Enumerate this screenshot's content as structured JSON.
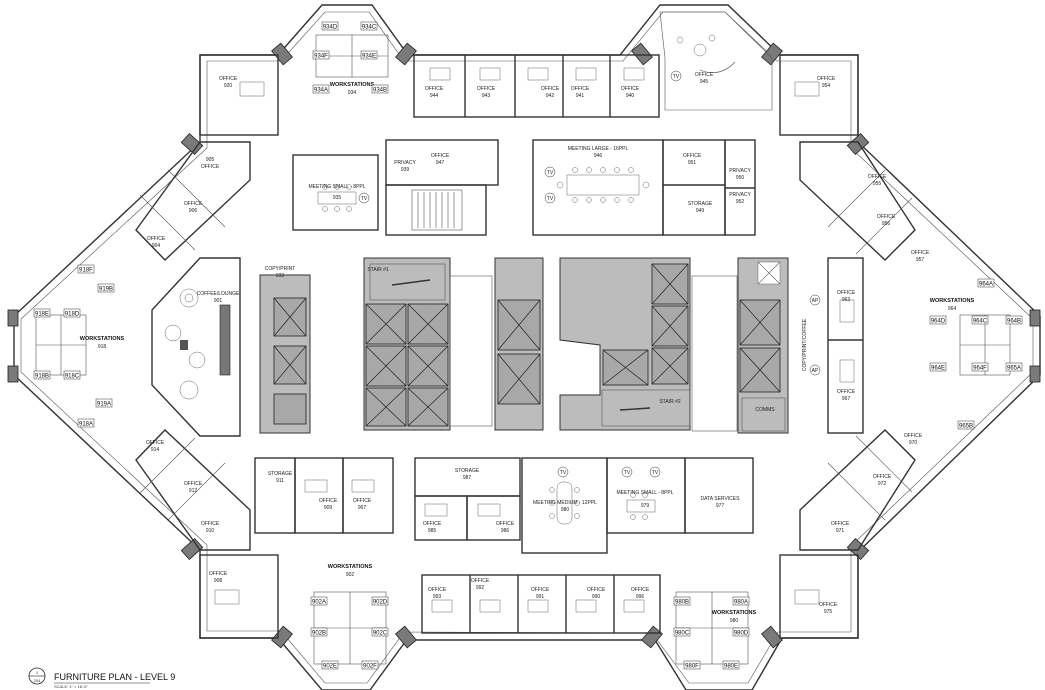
{
  "drawing": {
    "title": "FURNITURE PLAN - LEVEL 9",
    "scale": "SCALE: 1\" = 16'-0\"",
    "marker_number": "1",
    "marker_sheet": "204"
  },
  "rooms": {
    "office_920": {
      "name": "OFFICE",
      "number": "920"
    },
    "office_954": {
      "name": "OFFICE",
      "number": "954"
    },
    "office_905": {
      "name": "OFFICE",
      "number": "905"
    },
    "office_906": {
      "name": "OFFICE",
      "number": "906"
    },
    "office_904": {
      "name": "OFFICE",
      "number": "904"
    },
    "office_944": {
      "name": "OFFICE",
      "number": "944"
    },
    "office_943": {
      "name": "OFFICE",
      "number": "943"
    },
    "office_942": {
      "name": "OFFICE",
      "number": "942"
    },
    "office_941": {
      "name": "OFFICE",
      "number": "941"
    },
    "office_940": {
      "name": "OFFICE",
      "number": "940"
    },
    "office_945": {
      "name": "OFFICE",
      "number": "945"
    },
    "office_947": {
      "name": "OFFICE",
      "number": "947"
    },
    "office_951": {
      "name": "OFFICE",
      "number": "951"
    },
    "office_955": {
      "name": "OFFICE",
      "number": "955"
    },
    "office_956": {
      "name": "OFFICE",
      "number": "956"
    },
    "office_957": {
      "name": "OFFICE",
      "number": "957"
    },
    "office_963": {
      "name": "OFFICE",
      "number": "963"
    },
    "office_967": {
      "name": "OFFICE",
      "number": "967"
    },
    "office_970": {
      "name": "OFFICE",
      "number": "970"
    },
    "office_972": {
      "name": "OFFICE",
      "number": "972"
    },
    "office_971": {
      "name": "OFFICE",
      "number": "971"
    },
    "office_975": {
      "name": "OFFICE",
      "number": "975"
    },
    "office_914": {
      "name": "OFFICE",
      "number": "914"
    },
    "office_912": {
      "name": "OFFICE",
      "number": "912"
    },
    "office_910": {
      "name": "OFFICE",
      "number": "910"
    },
    "office_909": {
      "name": "OFFICE",
      "number": "909"
    },
    "office_908": {
      "name": "OFFICE",
      "number": "908"
    },
    "office_907": {
      "name": "OFFICE",
      "number": "907"
    },
    "office_985": {
      "name": "OFFICE",
      "number": "985"
    },
    "office_986": {
      "name": "OFFICE",
      "number": "986"
    },
    "office_993": {
      "name": "OFFICE",
      "number": "993"
    },
    "office_992": {
      "name": "OFFICE",
      "number": "992"
    },
    "office_991": {
      "name": "OFFICE",
      "number": "991"
    },
    "office_990": {
      "name": "OFFICE",
      "number": "990"
    },
    "office_996": {
      "name": "OFFICE",
      "number": "996"
    },
    "privacy_939": {
      "name": "PRIVACY",
      "number": "939"
    },
    "privacy_950": {
      "name": "PRIVACY",
      "number": "950"
    },
    "privacy_952": {
      "name": "PRIVACY",
      "number": "952"
    },
    "meeting_small_935": {
      "name": "MEETING SMALL - 8PPL",
      "number": "935"
    },
    "meeting_large_946": {
      "name": "MEETING LARGE - 16PPL",
      "number": "946"
    },
    "storage_949": {
      "name": "STORAGE",
      "number": "949"
    },
    "coffee_lounge_901": {
      "name": "COFFEE/LOUNGE",
      "number": "901"
    },
    "copy_print_933": {
      "name": "COPY/PRINT",
      "number": "933"
    },
    "copy_print_coffee": {
      "name": "COPY/PRINT/COFFEE",
      "number": ""
    },
    "stair_1": {
      "name": "STAIR #1",
      "number": ""
    },
    "stair_2": {
      "name": "STAIR #2",
      "number": ""
    },
    "comms": {
      "name": "COMMS",
      "number": ""
    },
    "storage_911": {
      "name": "STORAGE",
      "number": "911"
    },
    "storage_987": {
      "name": "STORAGE",
      "number": "987"
    },
    "meeting_medium_980": {
      "name": "MEETING MEDIUM - 12PPL",
      "number": "980"
    },
    "meeting_small_979": {
      "name": "MEETING SMALL - 8PPL",
      "number": "979"
    },
    "data_services_977": {
      "name": "DATA SERVICES",
      "number": "977"
    },
    "workstations_934": {
      "name": "WORKSTATIONS",
      "number": "934"
    },
    "workstations_918": {
      "name": "WORKSTATIONS",
      "number": "918"
    },
    "workstations_964": {
      "name": "WORKSTATIONS",
      "number": "964"
    },
    "workstations_902": {
      "name": "WORKSTATIONS",
      "number": "902"
    },
    "workstations_980": {
      "name": "WORKSTATIONS",
      "number": "980"
    }
  },
  "workstation_tags": {
    "t934F": "934F",
    "t934E": "934E",
    "t934D": "934D",
    "t934C": "934C",
    "t934A": "934A",
    "t934B": "934B",
    "t918F": "918F",
    "t918E": "918E",
    "t918D": "918D",
    "t918C": "918C",
    "t918B": "918B",
    "t918A": "918A",
    "t919A": "919A",
    "t919B": "919B",
    "t964A": "964A",
    "t964B": "964B",
    "t964C": "964C",
    "t964D": "964D",
    "t964E": "964E",
    "t964F": "964F",
    "t965A": "965A",
    "t965B": "965B",
    "t902A": "902A",
    "t902B": "902B",
    "t902C": "902C",
    "t902D": "902D",
    "t902E": "902E",
    "t902F": "902F",
    "t980A": "980A",
    "t980B": "980B",
    "t980C": "980C",
    "t980D": "980D",
    "t980E": "980E",
    "t980F": "980F"
  },
  "equipment_tags": {
    "tv": "TV",
    "ap": "AP"
  }
}
